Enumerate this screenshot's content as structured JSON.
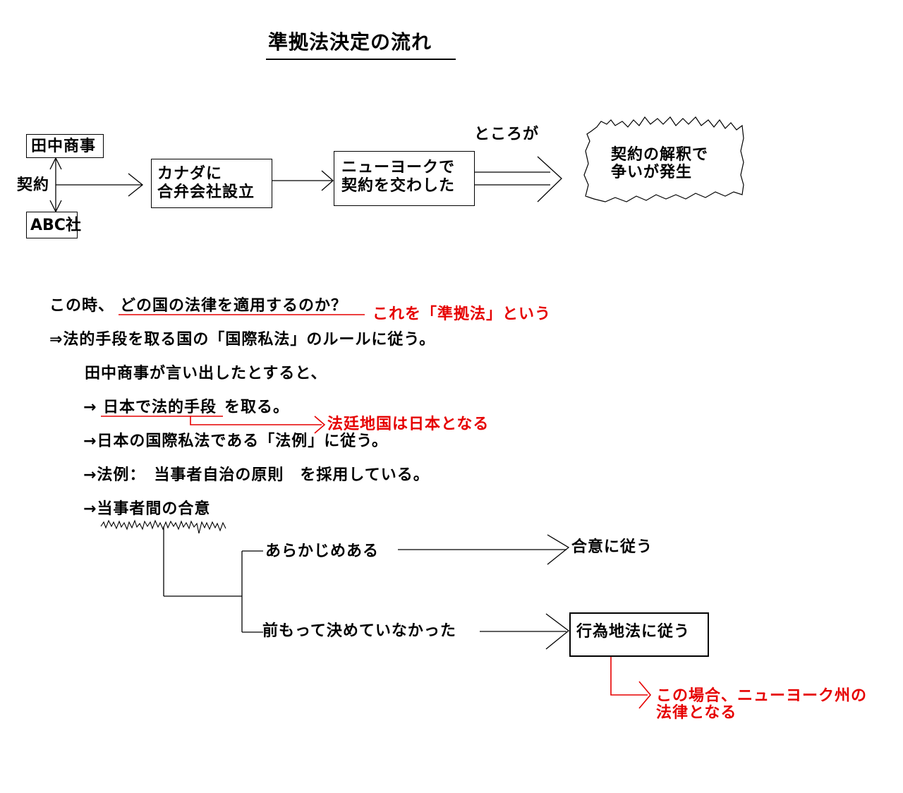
{
  "title": "準拠法決定の流れ",
  "top": {
    "tanaka": "田中商事",
    "abc": "ABC社",
    "keiyaku": "契約",
    "canada_line1": "カナダに",
    "canada_line2": "合弁会社設立",
    "ny_line1": "ニューヨークで",
    "ny_line2": "契約を交わした",
    "tokoroga": "ところが",
    "dispute_line1": "契約の解釈で",
    "dispute_line2": "争いが発生"
  },
  "body": {
    "q_prefix": "この時、",
    "q_main": "どの国の法律を適用するのか？",
    "q_note": "これを「準拠法」という",
    "l2": "⇒法的手段を取る国の「国際私法」のルールに従う。",
    "l3": "田中商事が言い出したとすると、",
    "l4_arrow": "→",
    "l4_main": "日本で法的手段",
    "l4_rest": "を取る。",
    "l4_note": "法廷地国は日本となる",
    "l5": "→日本の国際私法である「法例」に従う。",
    "l6": "→法例：　当事者自治の原則　を採用している。",
    "l7": "→当事者間の合意"
  },
  "branches": {
    "yes": "あらかじめある",
    "yes_result": "合意に従う",
    "no": "前もって決めていなかった",
    "no_result": "行為地法に従う",
    "no_note_line1": "この場合、ニューヨーク州の",
    "no_note_line2": "法律となる"
  },
  "colors": {
    "accent_red": "#e60000",
    "ink": "#000000"
  }
}
